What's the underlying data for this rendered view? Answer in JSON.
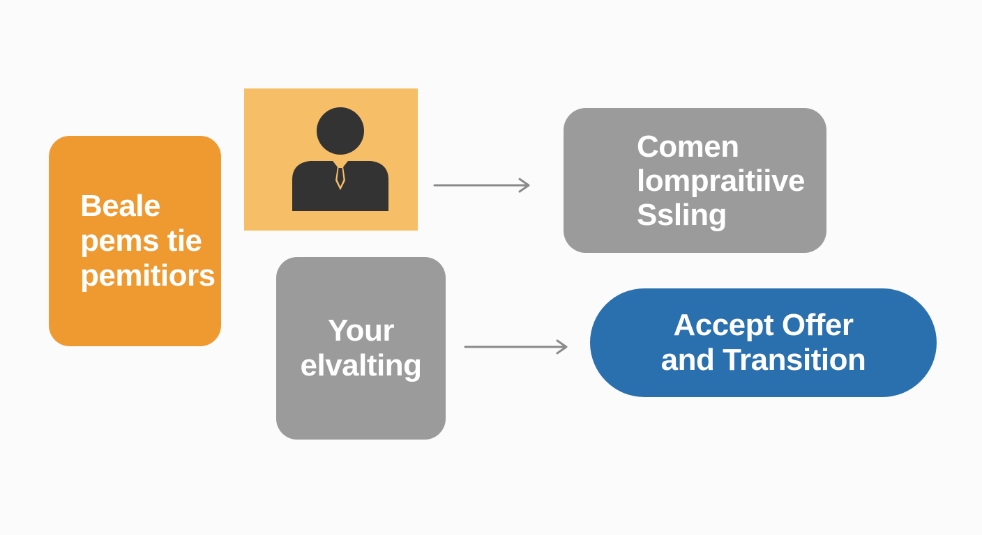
{
  "boxes": {
    "left": {
      "lines": [
        "Beale",
        "pems tie",
        "pemitiors"
      ],
      "color": "#ee9a31"
    },
    "avatar": {
      "icon": "person-in-suit-icon",
      "color": "#f6be66",
      "icon_color": "#333333"
    },
    "top_right": {
      "lines": [
        "Comen",
        "lompraitiive",
        "Ssling"
      ],
      "color": "#9b9b9b"
    },
    "middle": {
      "lines": [
        "Your",
        "elvalting"
      ],
      "color": "#9b9b9b"
    },
    "bottom_right": {
      "lines": [
        "Accept Offer",
        "and Transition"
      ],
      "color": "#2a6fae"
    }
  },
  "connectors": {
    "color": "#8a8a8a",
    "arrows": [
      "arrow-avatar-to-top-right",
      "arrow-middle-to-bottom-right"
    ]
  }
}
